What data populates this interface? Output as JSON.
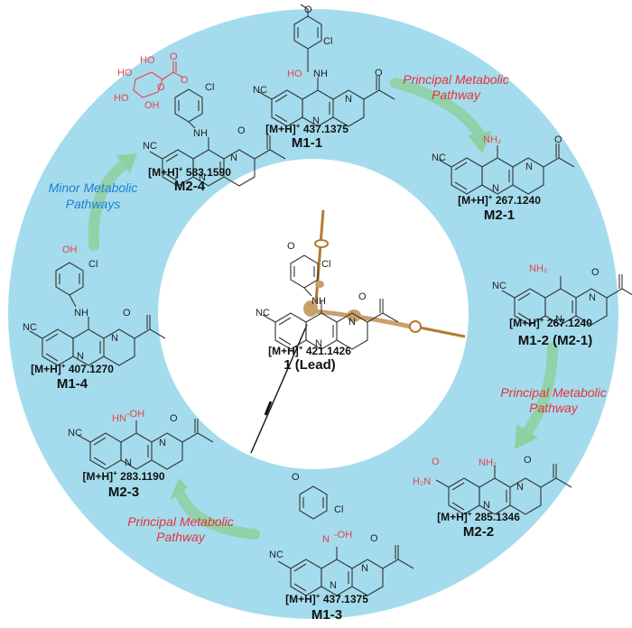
{
  "figure": {
    "title": "Metabolic pathways clock diagram",
    "colors": {
      "ring": "#a4dced",
      "center": "#ffffff",
      "arrow": "#8fd0a2",
      "principal_text": "#e8303a",
      "minor_text": "#1e7fd0",
      "highlight_atoms": "#e8414b",
      "clock_hand_gold": "#b37a2e",
      "clock_hand_black": "#111111"
    },
    "center_compound": {
      "mass_prefix": "[M+H]",
      "mass_sup": "+",
      "mass_value": "421.1426",
      "label": "1 (Lead)"
    },
    "compounds": [
      {
        "id": "M1-1",
        "mass_prefix": "[M+H]",
        "mass_sup": "+",
        "mass_value": "437.1375",
        "label": "M1-1",
        "modification": "HO"
      },
      {
        "id": "M2-1",
        "mass_prefix": "[M+H]",
        "mass_sup": "+",
        "mass_value": "267.1240",
        "label": "M2-1",
        "modification": "NH2"
      },
      {
        "id": "M1-2",
        "mass_prefix": "[M+H]",
        "mass_sup": "+",
        "mass_value": "267.1240",
        "label": "M1-2 (M2-1)",
        "modification": "NH2"
      },
      {
        "id": "M2-2",
        "mass_prefix": "[M+H]",
        "mass_sup": "+",
        "mass_value": "285.1346",
        "label": "M2-2",
        "modification": "H2N-C=O, NH2"
      },
      {
        "id": "M1-3",
        "mass_prefix": "[M+H]",
        "mass_sup": "+",
        "mass_value": "437.1375",
        "label": "M1-3",
        "modification": "N-OH"
      },
      {
        "id": "M2-3",
        "mass_prefix": "[M+H]",
        "mass_sup": "+",
        "mass_value": "283.1190",
        "label": "M2-3",
        "modification": "HN-OH"
      },
      {
        "id": "M1-4",
        "mass_prefix": "[M+H]",
        "mass_sup": "+",
        "mass_value": "407.1270",
        "label": "M1-4",
        "modification": "OH"
      },
      {
        "id": "M2-4",
        "mass_prefix": "[M+H]",
        "mass_sup": "+",
        "mass_value": "583.1590",
        "label": "M2-4",
        "modification": "glucuronide"
      }
    ],
    "pathways": [
      {
        "line1": "Principal Metabolic",
        "line2": "Pathway",
        "type": "principal",
        "from": "M1-1",
        "to": "M2-1"
      },
      {
        "line1": "Principal Metabolic",
        "line2": "Pathway",
        "type": "principal",
        "from": "M1-2",
        "to": "M2-2"
      },
      {
        "line1": "Principal Metabolic",
        "line2": "Pathway",
        "type": "principal",
        "from": "M1-3",
        "to": "M2-3"
      },
      {
        "line1": "Minor Metabolic",
        "line2": "Pathways",
        "type": "minor",
        "from": "M1-4",
        "to": "M2-4"
      }
    ],
    "atoms": {
      "nc": "NC",
      "n": "N",
      "o": "O",
      "cl": "Cl",
      "nh": "NH",
      "nh2": "NH₂",
      "ho": "HO",
      "oh": "OH",
      "hn_oh": "HN-OH",
      "h2n": "H₂N"
    }
  }
}
